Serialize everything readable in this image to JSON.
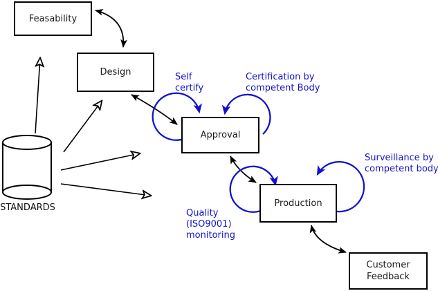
{
  "diagram": {
    "nodes": [
      {
        "id": "feasibility",
        "label": "Feasability"
      },
      {
        "id": "design",
        "label": "Design"
      },
      {
        "id": "approval",
        "label": "Approval"
      },
      {
        "id": "production",
        "label": "Production"
      },
      {
        "id": "customer-feedback",
        "lines": [
          "Customer",
          "Feedback"
        ]
      }
    ],
    "datastore": {
      "label": "STANDARDS"
    },
    "annotations": [
      {
        "id": "self-certify",
        "lines": [
          "Self",
          "certify"
        ]
      },
      {
        "id": "certification",
        "lines": [
          "Certification by",
          "competent Body"
        ]
      },
      {
        "id": "surveillance",
        "lines": [
          "Surveillance by",
          "competent body"
        ]
      },
      {
        "id": "quality-monitoring",
        "lines": [
          "Quality",
          "(ISO9001)",
          "monitoring"
        ]
      }
    ],
    "colors": {
      "annotation_blue": "#1212cc",
      "line_black": "#000000"
    }
  }
}
